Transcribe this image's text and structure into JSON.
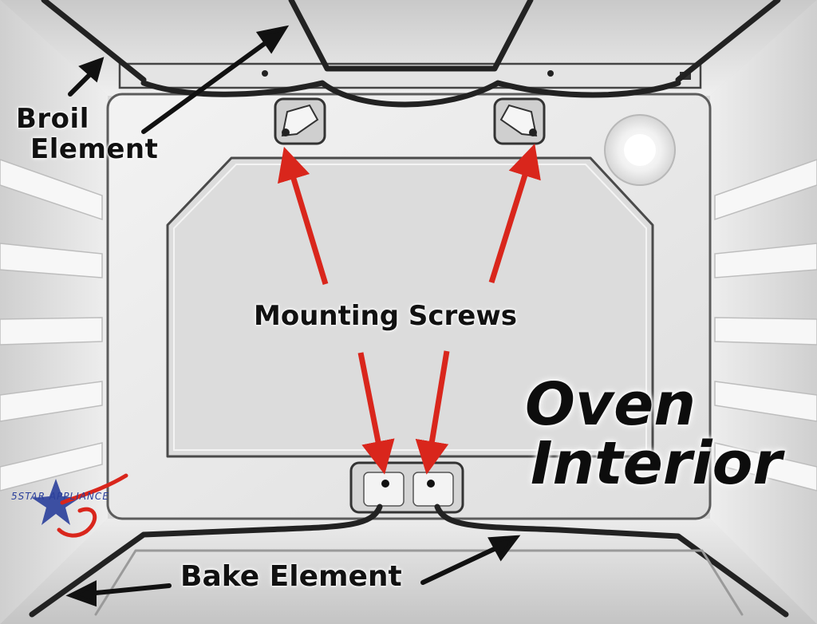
{
  "labels": {
    "broil_line1": "Broil",
    "broil_line2": "Element",
    "mounting": "Mounting Screws",
    "bake": "Bake Element"
  },
  "title": {
    "line1": "Oven",
    "line2": "Interior"
  },
  "logo": {
    "text": "5STAR APPLIANCE"
  },
  "colors": {
    "arrow_red": "#d9261c",
    "arrow_black": "#111111",
    "wall": "#e6e6e6",
    "panel": "#dcdcdc",
    "logo_blue": "#2a3f9b",
    "logo_red": "#d9261c"
  }
}
